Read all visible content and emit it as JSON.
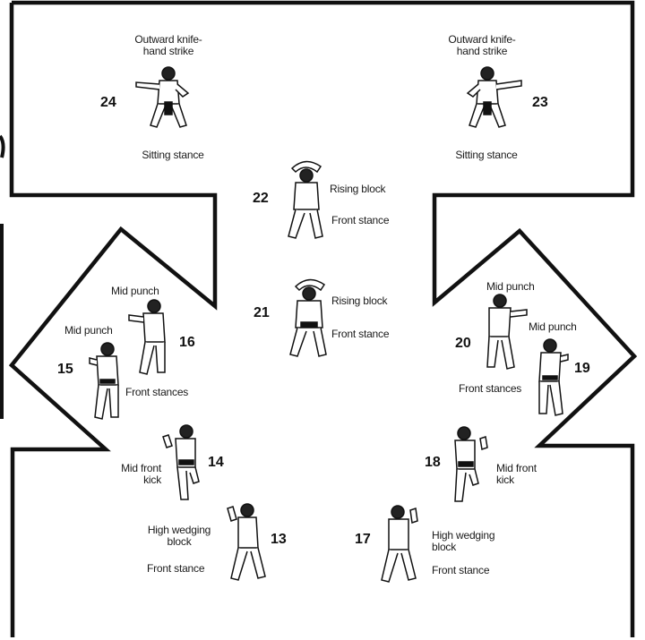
{
  "moves": [
    {
      "num": "24",
      "labels": [
        "Outward knife-\nhand strike",
        "Sitting stance"
      ]
    },
    {
      "num": "23",
      "labels": [
        "Outward knife-\nhand strike",
        "Sitting stance"
      ]
    },
    {
      "num": "22",
      "labels": [
        "Rising block",
        "Front stance"
      ]
    },
    {
      "num": "21",
      "labels": [
        "Rising block",
        "Front stance"
      ]
    },
    {
      "num": "16",
      "labels": [
        "Mid punch"
      ]
    },
    {
      "num": "15",
      "labels": [
        "Mid punch",
        "Front stances"
      ]
    },
    {
      "num": "20",
      "labels": [
        "Mid punch"
      ]
    },
    {
      "num": "19",
      "labels": [
        "Mid punch",
        "Front stances"
      ]
    },
    {
      "num": "14",
      "labels": [
        "Mid front\nkick"
      ]
    },
    {
      "num": "18",
      "labels": [
        "Mid front\nkick"
      ]
    },
    {
      "num": "13",
      "labels": [
        "High wedging\nblock",
        "Front stance"
      ]
    },
    {
      "num": "17",
      "labels": [
        "High wedging\nblock",
        "Front stance"
      ]
    }
  ],
  "colors": {
    "line": "#111111",
    "background": "#ffffff",
    "belt": "#111111"
  },
  "icons": [
    "karate-figure-icon"
  ]
}
